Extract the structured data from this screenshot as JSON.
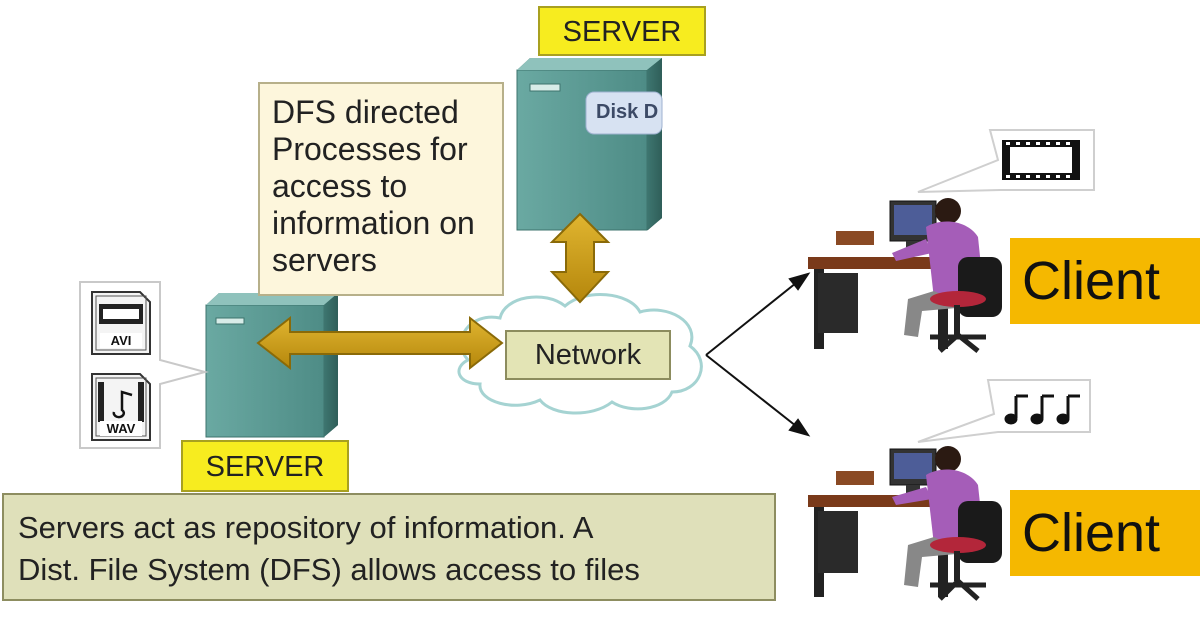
{
  "servers": {
    "top_label": "SERVER",
    "bottom_label": "SERVER",
    "disk_label": "Disk D"
  },
  "note": {
    "lines": [
      "DFS directed",
      "Processes for",
      "access to",
      "information on",
      "servers"
    ]
  },
  "network": {
    "label": "Network"
  },
  "clients": [
    {
      "label": "Client",
      "bubble_icon": "film-strip-icon"
    },
    {
      "label": "Client",
      "bubble_icon": "music-notes-icon"
    }
  ],
  "files": [
    {
      "tag": "AVI",
      "icon": "video-file-icon"
    },
    {
      "tag": "WAV",
      "icon": "audio-file-icon"
    }
  ],
  "caption": {
    "lines": [
      "Servers act as repository of information. A",
      "Dist. File System (DFS) allows access to files"
    ]
  },
  "colors": {
    "server_body": "#5f9e97",
    "arrow_gold": "#c89a12",
    "label_yellow": "#f7ec1f",
    "client_label": "#f5b800",
    "cloud_outline": "#9fd0cf"
  }
}
